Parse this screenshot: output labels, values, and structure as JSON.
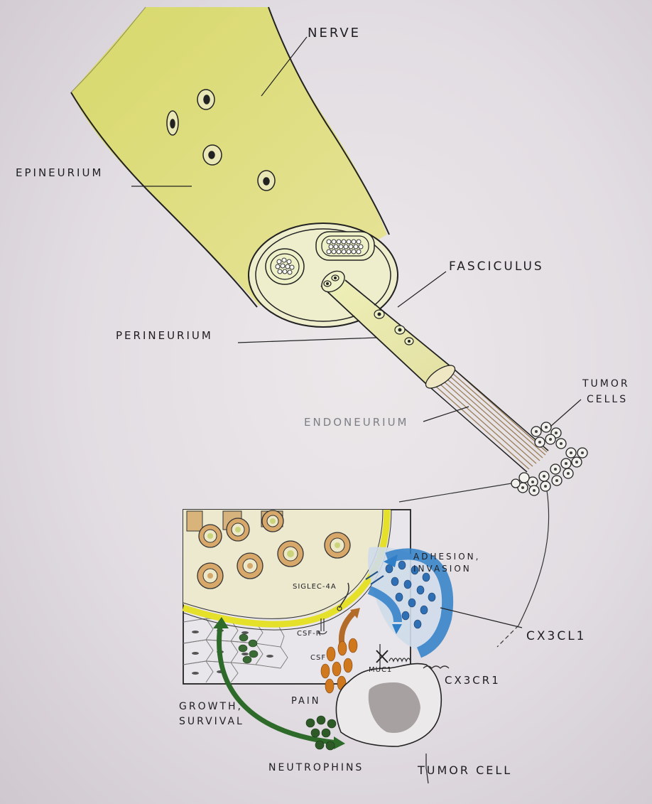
{
  "labels": {
    "nerve": "NERVE",
    "epineurium": "EPINEURIUM",
    "fasciculus": "FASCICULUS",
    "perineurium": "PERINEURIUM",
    "endoneurium": "ENDONEURIUM",
    "tumor_cells": [
      "TUMOR",
      "CELLS"
    ],
    "adhesion_invasion": [
      "ADHESION,",
      "INVASION"
    ],
    "siglec4a": "SIGLEC-4A",
    "csf_r": "CSF-R",
    "csf": "CSF",
    "muc1": "MUC1",
    "cx3cl1": "CX3CL1",
    "cx3cr1": "CX3CR1",
    "pain": "PAIN",
    "growth_survival": [
      "GROWTH,",
      "SURVIVAL"
    ],
    "neutrophins": "NEUTROPHINS",
    "tumor_cell": "TUMOR CELL"
  },
  "colors": {
    "nerve_fill": "#ddde72",
    "yellow_membrane": "#e5e02a",
    "blue_arrow": "#2f7fc8",
    "brown_arrow": "#b36b2a",
    "green_arrow": "#2e6b2a",
    "orange_dots": "#d0781e",
    "ink": "#1e1e22"
  }
}
